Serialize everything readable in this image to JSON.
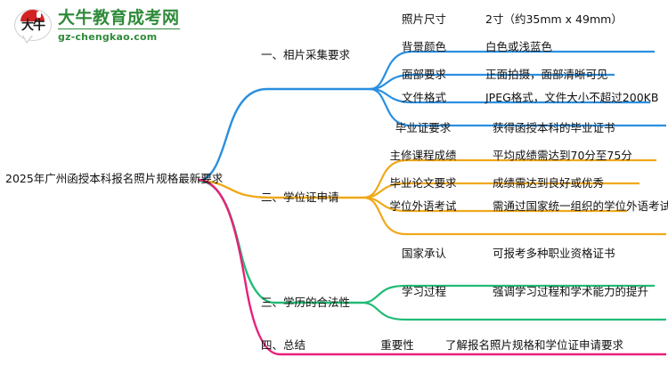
{
  "logo": {
    "mark_text": "大牛",
    "title": "大牛教育成考网",
    "subtitle": "gz-chengkao.com",
    "brand_color": "#2f8b3a",
    "arc_color": "#d32222"
  },
  "mindmap": {
    "root": "2025年广州函授本科报名照片规格最新要求",
    "branches": [
      {
        "label": "一、相片采集要求",
        "color": "#2a8fe0",
        "items": [
          {
            "key": "照片尺寸",
            "value": "2寸（约35mm x 49mm）"
          },
          {
            "key": "背景颜色",
            "value": "白色或浅蓝色"
          },
          {
            "key": "面部要求",
            "value": "正面拍摄，面部清晰可见"
          },
          {
            "key": "文件格式",
            "value": "JPEG格式，文件大小不超过200KB"
          }
        ]
      },
      {
        "label": "二、学位证申请",
        "color": "#f0a819",
        "items": [
          {
            "key": "毕业证要求",
            "value": "获得函授本科的毕业证书"
          },
          {
            "key": "主修课程成绩",
            "value": "平均成绩需达到70分至75分"
          },
          {
            "key": "毕业论文要求",
            "value": "成绩需达到良好或优秀"
          },
          {
            "key": "学位外语考试",
            "value": "需通过国家统一组织的学位外语考试"
          }
        ]
      },
      {
        "label": "三、学历的合法性",
        "color": "#22bb77",
        "items": [
          {
            "key": "国家承认",
            "value": "可报考多种职业资格证书"
          },
          {
            "key": "学习过程",
            "value": "强调学习过程和学术能力的提升"
          }
        ]
      },
      {
        "label": "四、总结",
        "color": "#e8207a",
        "items": [
          {
            "key": "重要性",
            "value": "了解报名照片规格和学位证申请要求"
          }
        ]
      }
    ]
  }
}
